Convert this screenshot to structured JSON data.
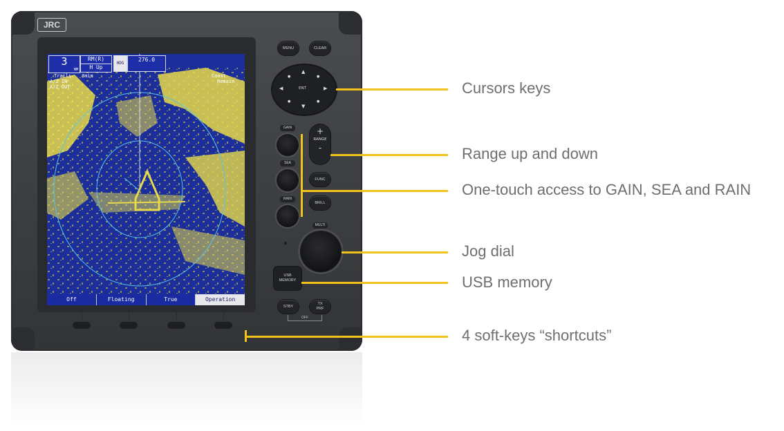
{
  "device": {
    "logo": "JRC",
    "buttons": {
      "menu": "MENU",
      "clear": "CLEAR",
      "ent": "ENT",
      "range_plus": "+",
      "range": "RANGE",
      "range_minus": "-",
      "func": "FUNC",
      "brill": "BRILL",
      "gain": "GAIN",
      "sea": "SEA",
      "rain": "RAIN",
      "multi": "MULTI",
      "usb_line1": "USB",
      "usb_line2": "MEMORY",
      "stby": "STBY",
      "tx_line1": "TX",
      "tx_line2": "PRF",
      "off": "OFF"
    },
    "screen": {
      "range_value": "3",
      "range_unit": "NM",
      "range_mode": "RM(R)",
      "orientation": "H Up",
      "hdg_label": "HDG",
      "hdg_value": "276.0",
      "trails_label": "Trails",
      "trails_time": "3min",
      "ai_in": "A/Z IN",
      "ai_out": "A/Z OUT",
      "coast_label": "Coast",
      "coast_value": "Remain",
      "softkeys": [
        {
          "label": "Off",
          "active": false
        },
        {
          "label": "Floating",
          "active": false
        },
        {
          "label": "True",
          "active": false
        },
        {
          "label": "Operation",
          "active": true
        }
      ]
    }
  },
  "callouts": [
    {
      "text": "Cursors keys"
    },
    {
      "text": "Range up and down"
    },
    {
      "text": "One-touch access to GAIN, SEA and RAIN"
    },
    {
      "text": "Jog dial"
    },
    {
      "text": "USB memory"
    },
    {
      "text": "4 soft-keys “shortcuts”"
    }
  ],
  "colors": {
    "callout_line": "#f3c21b",
    "label_text": "#6d6e70",
    "screen_water": "#1b2e9a",
    "echo": "#e6d94a"
  }
}
